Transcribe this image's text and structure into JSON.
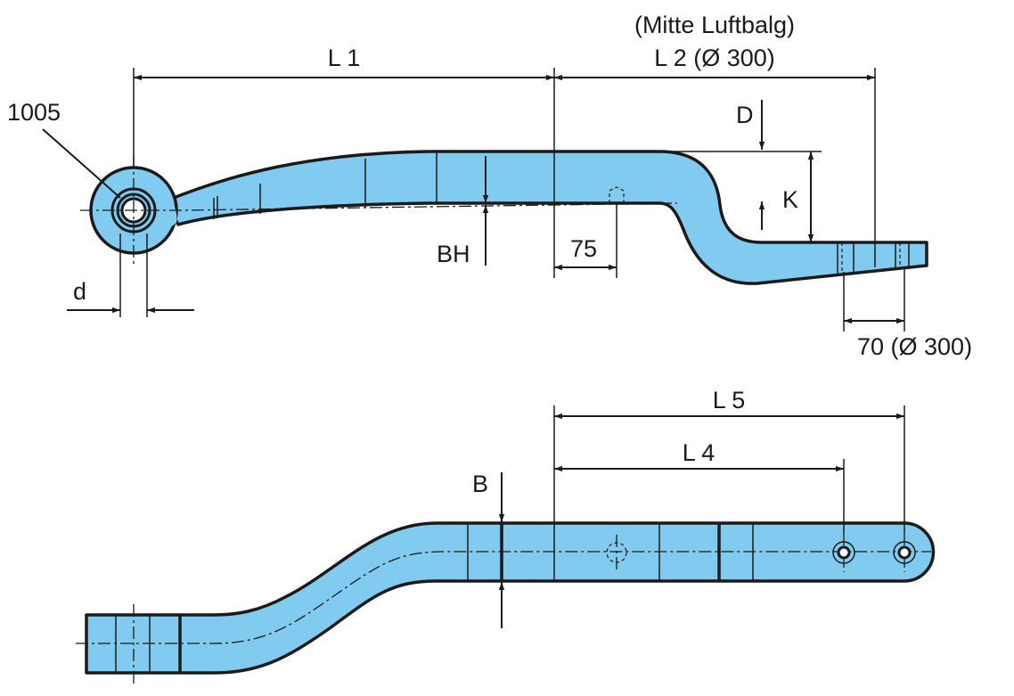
{
  "labels": {
    "mitte": "(Mitte Luftbalg)",
    "l1": "L 1",
    "l2": "L 2 (Ø 300)",
    "part_no": "1005",
    "d_upper": "D",
    "k": "K",
    "bh": "BH",
    "d_lower": "d",
    "dim75": "75",
    "dim70": "70 (Ø 300)",
    "l5": "L 5",
    "l4": "L 4",
    "b": "B"
  },
  "colors": {
    "part_fill": "#80cbef",
    "line": "#1a1a1a"
  }
}
